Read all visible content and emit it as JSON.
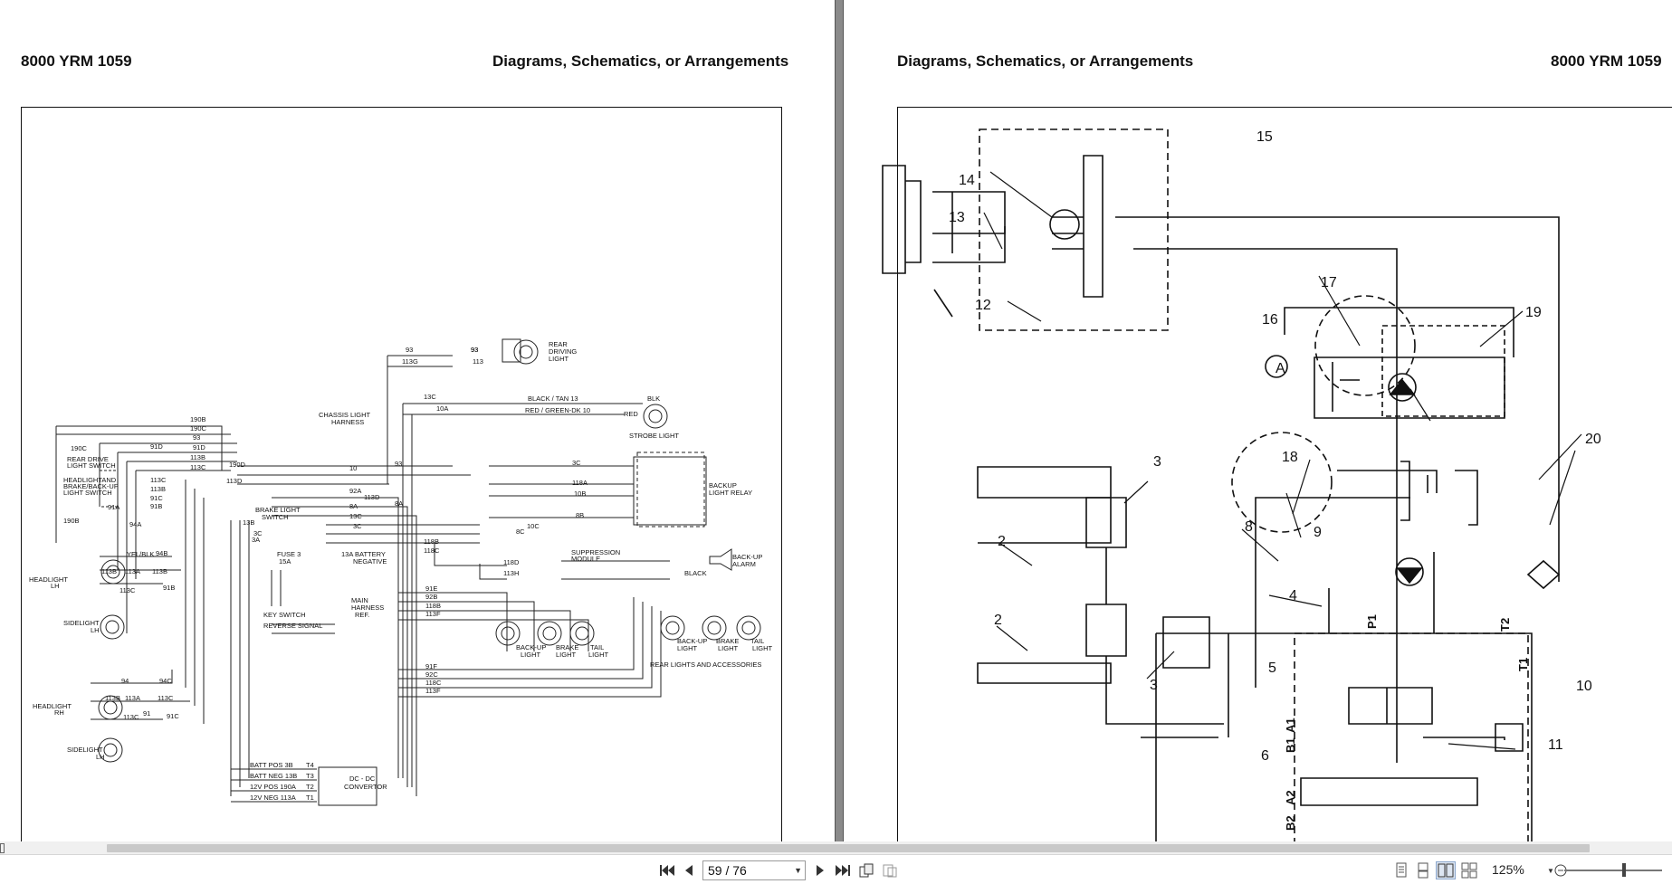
{
  "document": {
    "left_page": {
      "doc_number": "8000 YRM 1059",
      "section_title": "Diagrams, Schematics, or Arrangements"
    },
    "right_page": {
      "doc_number": "8000 YRM 1059",
      "section_title": "Diagrams, Schematics, or Arrangements"
    }
  },
  "wiring": {
    "labels": [
      "REAR",
      "DRIVING",
      "LIGHT",
      "CHASSIS LIGHT",
      "HARNESS",
      "BLACK / TAN 13",
      "BLK",
      "RED / GREEN-DK 10",
      "RED",
      "STROBE LIGHT",
      "REAR DRIVE",
      "LIGHT SWITCH",
      "HEADLIGHTAND",
      "BRAKE/BACK-UP",
      "LIGHT SWITCH",
      "BACKUP",
      "LIGHT RELAY",
      "BRAKE LIGHT",
      "SWITCH",
      "FUSE 3",
      "15A",
      "13A BATTERY",
      "NEGATIVE",
      "SUPPRESSION",
      "MODULE",
      "BACK-UP",
      "ALARM",
      "HEADLIGHT",
      "LH",
      "SIDELIGHT",
      "LH",
      "KEY SWITCH",
      "REVERSE SIGNAL",
      "MAIN",
      "HARNESS",
      "REF.",
      "BACK-UP",
      "LIGHT",
      "BRAKE",
      "LIGHT",
      "TAIL",
      "LIGHT",
      "BACK-UP",
      "LIGHT",
      "BRAKE",
      "LIGHT",
      "TAIL",
      "LIGHT",
      "REAR LIGHTS AND ACCESSORIES",
      "HEADLIGHT",
      "RH",
      "SIDELIGHT",
      "LH",
      "BATT POS 3B",
      "BATT NEG 13B",
      "12V POS 190A",
      "12V NEG 113A",
      "T4",
      "T3",
      "T2",
      "T1",
      "DC - DC",
      "CONVERTOR",
      "YEL/BLK",
      "BLACK"
    ],
    "wires": [
      "93",
      "113G",
      "93",
      "113",
      "13C",
      "10A",
      "190B",
      "190C",
      "93",
      "91D",
      "113B",
      "113C",
      "190C",
      "91D",
      "190D",
      "113D",
      "113C",
      "113B",
      "91C",
      "91B",
      "190B",
      "91A",
      "94A",
      "94B",
      "113B",
      "113A",
      "113B",
      "113C",
      "91B",
      "94",
      "94C",
      "113B",
      "113A",
      "113C",
      "113C",
      "91",
      "91C",
      "10",
      "92A",
      "113D",
      "8A",
      "13C",
      "3C",
      "13B",
      "3C",
      "3A",
      "3C",
      "118A",
      "10B",
      "8B",
      "8C",
      "10C",
      "118D",
      "113H",
      "118B",
      "118C",
      "91E",
      "92B",
      "118B",
      "113F",
      "91F",
      "92C",
      "118C",
      "113F",
      "8A",
      "93",
      "93"
    ]
  },
  "hydraulic": {
    "callouts": [
      "13",
      "14",
      "15",
      "12",
      "16",
      "17",
      "19",
      "A",
      "18",
      "20",
      "3",
      "2",
      "8",
      "9",
      "2",
      "3",
      "4",
      "5",
      "10",
      "6",
      "11"
    ],
    "port_labels": [
      "P1",
      "T2",
      "A1",
      "B1",
      "A2",
      "B2",
      "T1"
    ]
  },
  "viewer": {
    "page_indicator": "59 / 76",
    "zoom_level": "125%",
    "nav": {
      "first": "first-page",
      "prev": "previous-page",
      "next": "next-page",
      "last": "last-page"
    },
    "icons": [
      "first-page-icon",
      "prev-page-icon",
      "next-page-icon",
      "last-page-icon",
      "rotate-icon",
      "layout-icon",
      "single-page-icon",
      "continuous-icon",
      "two-page-icon",
      "two-page-continuous-icon",
      "zoom-out-icon"
    ]
  }
}
